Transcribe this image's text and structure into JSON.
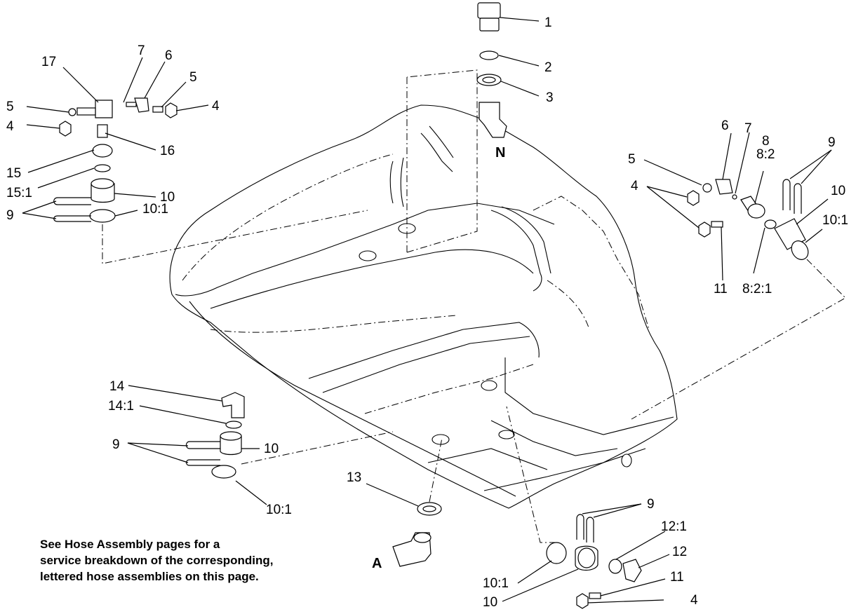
{
  "callouts": {
    "c1": "1",
    "c2": "2",
    "c3": "3",
    "cN": "N",
    "c17": "17",
    "c7a": "7",
    "c6a": "6",
    "c5a": "5",
    "c4a": "4",
    "c5b": "5",
    "c4b": "4",
    "c16": "16",
    "c15": "15",
    "c15_1": "15:1",
    "c10a": "10",
    "c10_1a": "10:1",
    "c9a": "9",
    "c6b": "6",
    "c7b": "7",
    "c8": "8",
    "c8_2": "8:2",
    "c9b": "9",
    "c5c": "5",
    "c4c": "4",
    "c10b": "10",
    "c10_1b": "10:1",
    "c11a": "11",
    "c8_2_1": "8:2:1",
    "c14": "14",
    "c14_1": "14:1",
    "c9c": "9",
    "c10c": "10",
    "c10_1c": "10:1",
    "c13": "13",
    "cA": "A",
    "c9d": "9",
    "c12_1": "12:1",
    "c12": "12",
    "c11b": "11",
    "c4d": "4",
    "c10_1d": "10:1",
    "c10d": "10"
  },
  "note": {
    "line1": "See Hose Assembly pages for a",
    "line2": "service breakdown of the corresponding,",
    "line3": "lettered hose assemblies on this page."
  }
}
